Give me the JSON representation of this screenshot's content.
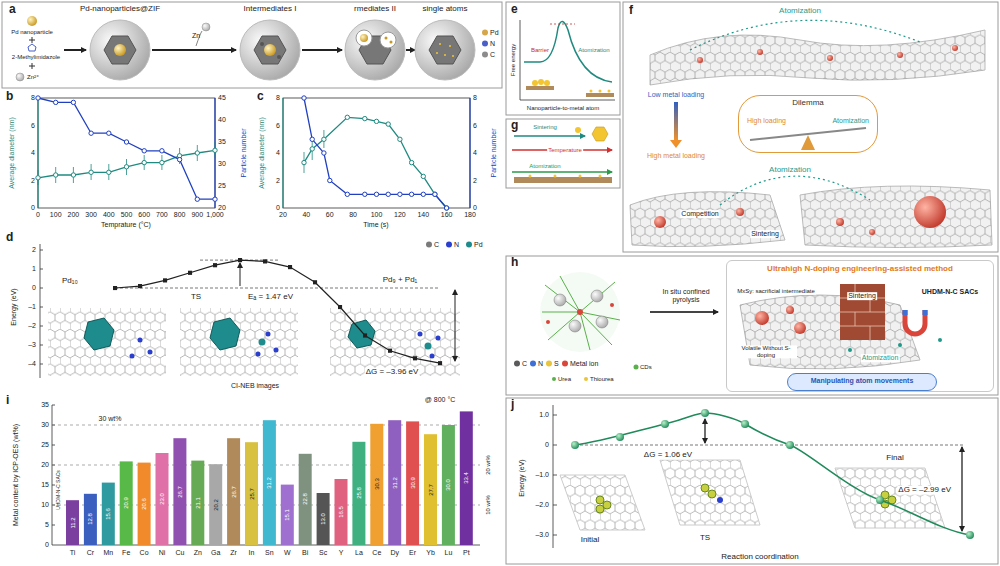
{
  "diagram": {
    "nodes": [
      {
        "text": [
          "Dilemma",
          "High loading",
          "Atomization"
        ]
      },
      {
        "text": [
          "Ultrahigh N-doping engineering-assisted method"
        ]
      },
      {
        "text": [
          "Manipulating atom movements"
        ],
        "in": 1
      }
    ],
    "labels": [
      "a",
      "Pd-nanoparticles@ZIF",
      "Intermediates I",
      "rmediates II",
      "single atoms",
      "Pd nanoparticle",
      "2-Methylimidazole",
      "Zn²⁺",
      "Zn",
      "b",
      "0",
      "2",
      "4",
      "6",
      "8",
      "20",
      "25",
      "30",
      "35",
      "40",
      "45",
      "0",
      "100",
      "200",
      "300",
      "400",
      "500",
      "600",
      "700",
      "800",
      "900",
      "1,000",
      "Temprature (°C)",
      "Average diameter (nm)",
      "Particle number",
      "c",
      "0",
      "2",
      "4",
      "6",
      "8",
      "0",
      "2",
      "4",
      "6",
      "8",
      "20",
      "40",
      "60",
      "80",
      "100",
      "120",
      "140",
      "160",
      "180",
      "Time (s)",
      "Average diameter (nm)",
      "Particle number",
      "d",
      "2",
      "1",
      "0",
      "–1",
      "–2",
      "–3",
      "–4",
      "Energy (eV)",
      "CI-NEB images",
      "Pd₁₀",
      "TS",
      "Eₐ = 1.47 eV",
      "Pd₉ + Pd₁",
      "ΔG = –3.96 eV",
      "i",
      "0",
      "5",
      "10",
      "15",
      "20",
      "25",
      "30",
      "35",
      "Metal content by ICP-OES (wt%)",
      "30 wt%",
      "20 wt%",
      "10 wt%",
      "@ 800 °C",
      "UHDM-N-C SACs",
      "11.2",
      "12.8",
      "15.6",
      "20.9",
      "20.6",
      "23.0",
      "26.7",
      "21.1",
      "20.2",
      "26.7",
      "25.7",
      "31.2",
      "15.1",
      "22.8",
      "13.0",
      "16.5",
      "25.8",
      "30.3",
      "31.2",
      "30.9",
      "27.7",
      "30.0",
      "33.4",
      "Ti",
      "Cr",
      "Mn",
      "Fe",
      "Co",
      "Ni",
      "Cu",
      "Zn",
      "Ga",
      "Zr",
      "In",
      "Sn",
      "W",
      "Bi",
      "Sc",
      "Y",
      "La",
      "Ce",
      "Dy",
      "Er",
      "Yb",
      "Lu",
      "Pt",
      "e",
      "Free energy",
      "Barrier",
      "Atomization",
      "Nanoparticle-to-metal atom",
      "g",
      "Sintering",
      "Temperature",
      "Atomization",
      "f",
      "Atomization",
      "Low metal loading",
      "High metal loading",
      "Atomization",
      "Competition",
      "Sintering",
      "h",
      "Urea",
      "Thiourea",
      "CDs",
      "In situ confined pyrolysis",
      "MxSy: sacrificial intermediate",
      "Sintering",
      "UHDM-N-C SACs",
      "Volatile Without S-doping",
      "Atomization",
      "j",
      "1.0",
      "0",
      "–1.0",
      "–2.0",
      "–3.0",
      "Energy (eV)",
      "ΔG = 1.06 eV",
      "ΔG = –2.99 eV",
      "Initial",
      "TS",
      "Final",
      "Reaction coordination"
    ],
    "legend": [
      {
        "text": "Pd",
        "color": "#d4a84a"
      },
      {
        "text": "N",
        "color": "#4a5fc7"
      },
      {
        "text": "C",
        "color": "#8c8c8c"
      },
      {
        "text": "C",
        "color": "#7a7a7a"
      },
      {
        "text": "N",
        "color": "#2b3fcf"
      },
      {
        "text": "Pd",
        "color": "#1e8c8c"
      },
      {
        "text": "C",
        "color": "#5a5a5a"
      },
      {
        "text": "N",
        "color": "#3d6fd6"
      },
      {
        "text": "S",
        "color": "#e8c53a"
      },
      {
        "text": "Metal ion",
        "color": "#d9453a"
      }
    ]
  }
}
